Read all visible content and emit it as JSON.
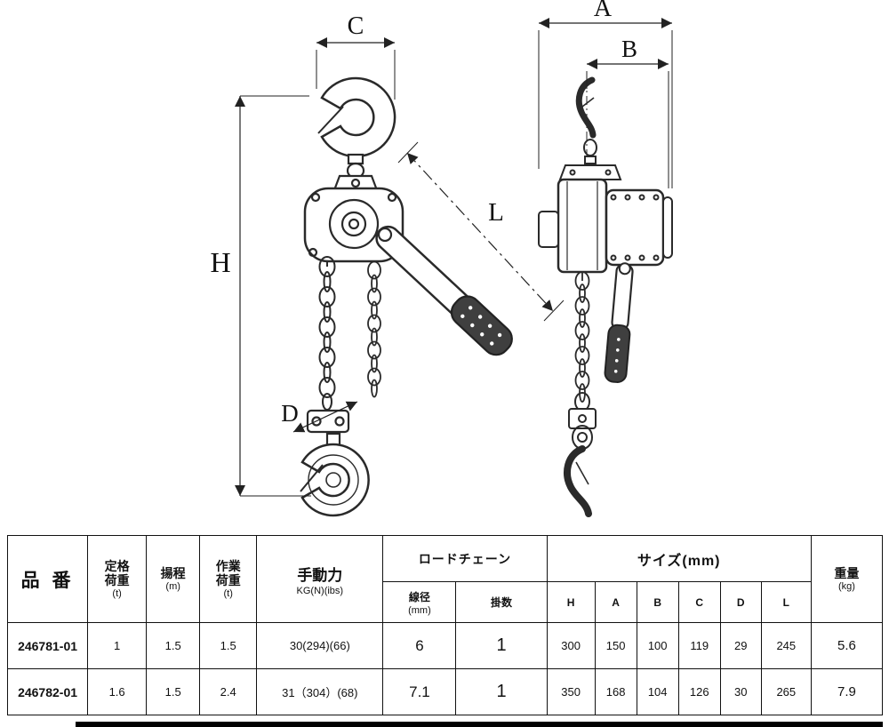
{
  "diagram": {
    "dim_labels": {
      "C": "C",
      "H": "H",
      "D": "D",
      "L": "L",
      "A": "A",
      "B": "B"
    }
  },
  "table": {
    "header": {
      "part_no": "品 番",
      "rated_load": "定格\n荷重",
      "rated_unit": "(t)",
      "lift": "揚程",
      "lift_unit": "(m)",
      "working_load": "作業\n荷重",
      "working_unit": "(t)",
      "manual_force": "手動力",
      "manual_unit": "KG(N)(ibs)",
      "load_chain": "ロードチェーン",
      "wire_dia": "線径",
      "wire_dia_unit": "(mm)",
      "falls": "掛数",
      "size": "サイズ(mm)",
      "size_cols": [
        "H",
        "A",
        "B",
        "C",
        "D",
        "L"
      ],
      "weight": "重量",
      "weight_unit": "(kg)"
    },
    "rows": [
      {
        "part": "246781-01",
        "rated": "1",
        "lift": "1.5",
        "working": "1.5",
        "manual": "30(294)(66)",
        "dia": "6",
        "falls": "1",
        "H": "300",
        "A": "150",
        "B": "100",
        "C": "119",
        "D": "29",
        "L": "245",
        "weight": "5.6"
      },
      {
        "part": "246782-01",
        "rated": "1.6",
        "lift": "1.5",
        "working": "2.4",
        "manual": "31（304）(68)",
        "dia": "7.1",
        "falls": "1",
        "H": "350",
        "A": "168",
        "B": "104",
        "C": "126",
        "D": "30",
        "L": "265",
        "weight": "7.9"
      }
    ]
  }
}
